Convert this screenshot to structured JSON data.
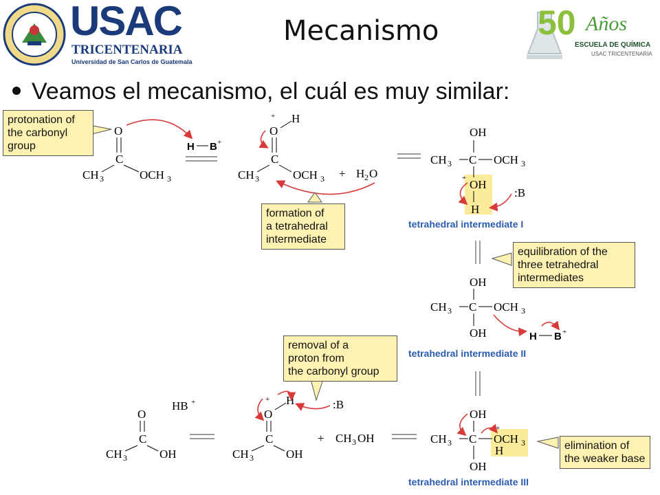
{
  "slide": {
    "title": "Mecanismo",
    "bullet": "Veamos el mecanismo, el cuál es muy similar:"
  },
  "logo_left": {
    "name": "USAC",
    "subtitle": "TRICENTENARIA",
    "university": "Universidad de San Carlos de Guatemala"
  },
  "logo_right": {
    "anniversary": "50",
    "word": "Años",
    "line1": "ESCUELA DE QUÍMICA",
    "line2": "USAC TRICENTENARIA"
  },
  "callouts": {
    "protonation": [
      "protonation of",
      "the carbonyl",
      "group"
    ],
    "formation": [
      "formation of",
      "a tetrahedral",
      "intermediate"
    ],
    "equilibration": [
      "equilibration of the",
      "three tetrahedral",
      "intermediates"
    ],
    "removal": [
      "removal of a",
      "proton from",
      "the carbonyl group"
    ],
    "elimination": [
      "elimination of",
      "the weaker base"
    ]
  },
  "captions": {
    "ti1": "tetrahedral intermediate I",
    "ti2": "tetrahedral intermediate II",
    "ti3": "tetrahedral intermediate III"
  },
  "chem": {
    "O": "O",
    "C": "C",
    "H": "H",
    "B": "B",
    "plus": "+",
    "CH3": "CH",
    "sub3": "3",
    "OCH3": "OCH",
    "OH": "OH",
    "H2O": "H",
    "H2O_2": "2",
    "H2O_O": "O",
    "CH3OH_a": "CH",
    "CH3OH_b": "3",
    "CH3OH_c": "OH",
    "HBplus": "HB",
    "Bcolon": ":B"
  },
  "colors": {
    "callout": "#fdf2b1",
    "caption": "#2a5db0",
    "arrow": "#d83a3a",
    "highlight": "#fbec9b"
  }
}
